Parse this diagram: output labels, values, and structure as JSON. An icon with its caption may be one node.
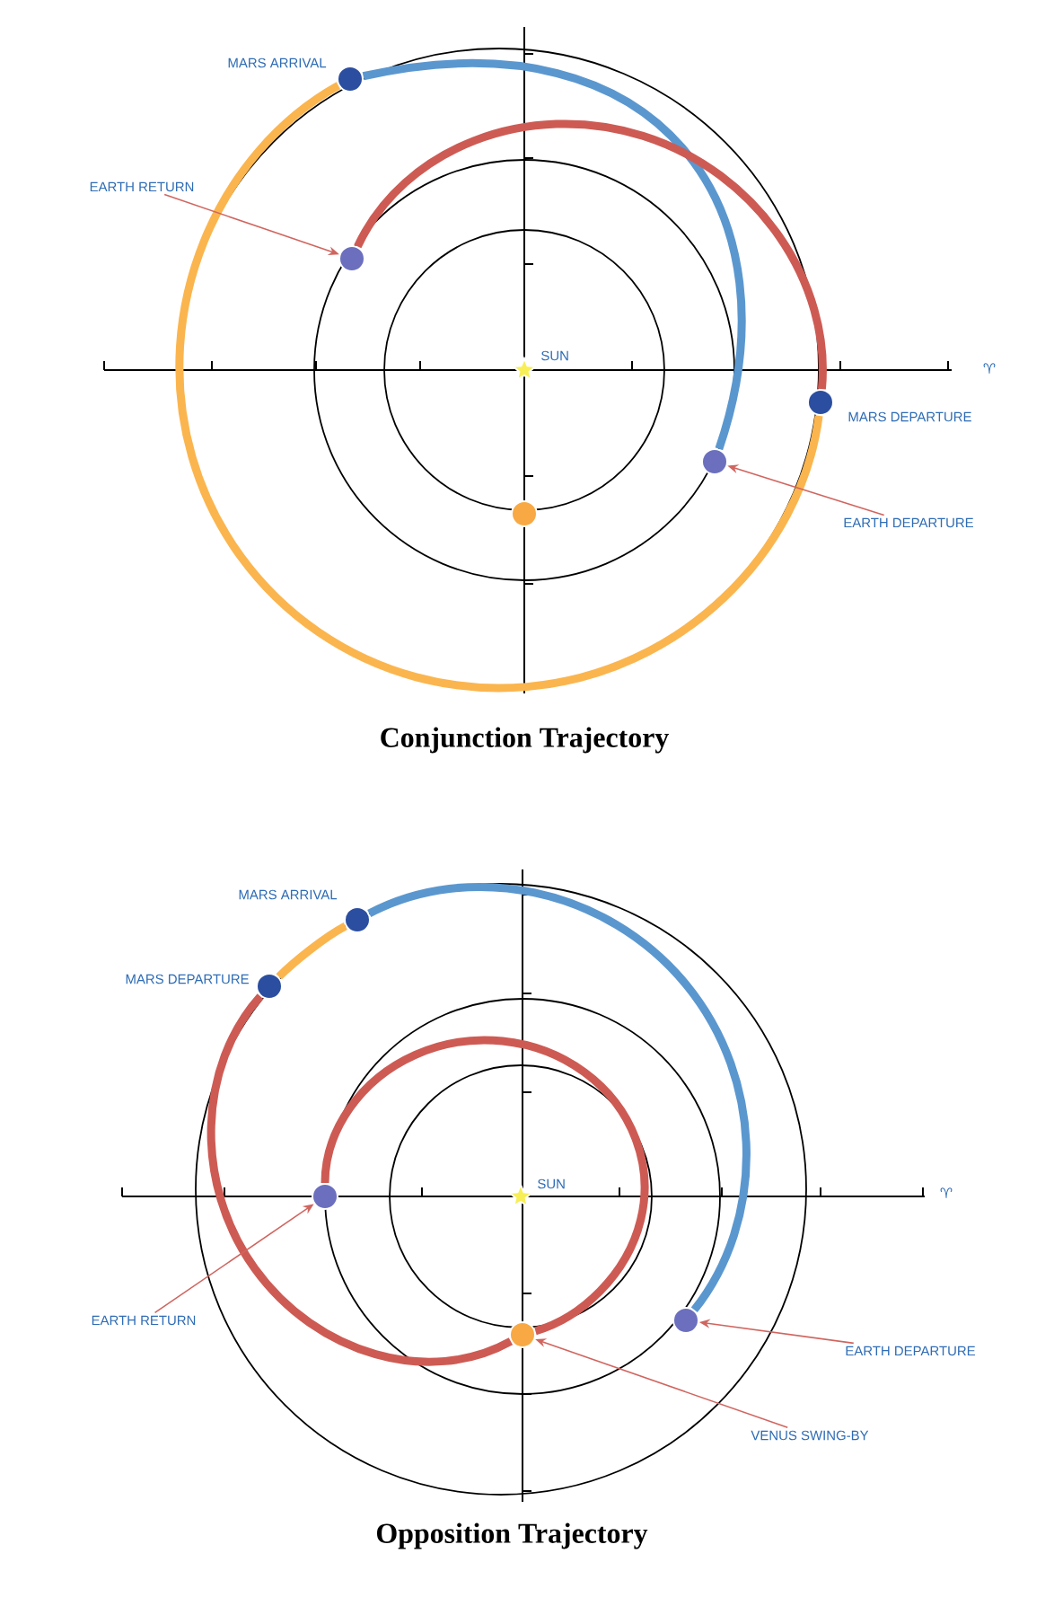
{
  "diagram": {
    "nodes": [
      {
        "text": [],
        "shape": "circle",
        "beside": [
          "MARS ARRIVAL"
        ]
      },
      {
        "text": [
          "EARTH RETURN"
        ]
      },
      {
        "text": [],
        "shape": "circle"
      },
      {
        "text": [],
        "shape": "star",
        "beside": [
          "SUN"
        ]
      },
      {
        "text": [],
        "shape": "circle",
        "beside": [
          "MARS DEPARTURE"
        ]
      },
      {
        "text": [],
        "shape": "circle"
      },
      {
        "text": [],
        "shape": "circle"
      },
      {
        "text": [
          "EARTH DEPARTURE"
        ]
      },
      {
        "text": [],
        "shape": "circle",
        "beside": [
          "MARS ARRIVAL"
        ]
      },
      {
        "text": [],
        "shape": "circle",
        "beside": [
          "MARS DEPARTURE"
        ]
      },
      {
        "text": [],
        "shape": "star",
        "beside": [
          "SUN"
        ]
      },
      {
        "text": [],
        "shape": "circle"
      },
      {
        "text": [
          "EARTH RETURN"
        ]
      },
      {
        "text": [],
        "shape": "circle"
      },
      {
        "text": [],
        "shape": "circle"
      },
      {
        "text": [
          "EARTH DEPARTURE"
        ]
      },
      {
        "text": [
          "VENUS SWING-BY"
        ]
      }
    ],
    "edges": [
      {
        "from": 5,
        "to": 0,
        "arrow": "none",
        "color": "#5b97cf"
      },
      {
        "from": 0,
        "to": 4,
        "arrow": "none",
        "color": "#fbb54e"
      },
      {
        "from": 4,
        "to": 2,
        "arrow": "none",
        "color": "#cd5b54"
      },
      {
        "from": 1,
        "to": 2,
        "arrow": "to",
        "color": "#d0655f"
      },
      {
        "from": 7,
        "to": 5,
        "arrow": "to",
        "color": "#d0655f"
      },
      {
        "from": 14,
        "to": 8,
        "arrow": "none",
        "color": "#5b97cf"
      },
      {
        "from": 8,
        "to": 9,
        "arrow": "none",
        "color": "#fbb54e"
      },
      {
        "from": 9,
        "to": 13,
        "arrow": "none",
        "color": "#cd5b54"
      },
      {
        "from": 13,
        "to": 11,
        "arrow": "none",
        "color": "#cd5b54"
      },
      {
        "from": 12,
        "to": 11,
        "arrow": "to",
        "color": "#d0655f"
      },
      {
        "from": 15,
        "to": 14,
        "arrow": "to",
        "color": "#d0655f"
      },
      {
        "from": 16,
        "to": 13,
        "arrow": "to",
        "color": "#d0655f"
      }
    ],
    "labels": [
      "♈",
      "Conjunction Trajectory",
      "♈",
      "Opposition Trajectory"
    ]
  }
}
